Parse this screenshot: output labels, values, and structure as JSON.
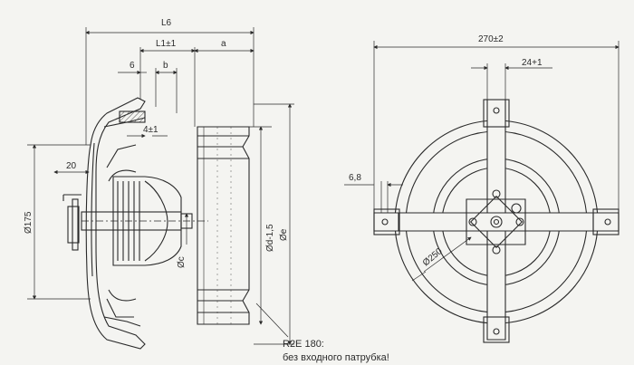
{
  "side_view": {
    "labels": {
      "L6": "L6",
      "L1": "L1±1",
      "a": "a",
      "six": "6",
      "b": "b",
      "four": "4±1",
      "twenty": "20",
      "d175": "Ø175",
      "dc": "Øc",
      "dd": "Ød-1,5",
      "de": "Øe"
    },
    "note_line1": "R2E 180:",
    "note_line2": "без входного патрубка!"
  },
  "front_view": {
    "labels": {
      "w270": "270±2",
      "w24": "24+1",
      "w68": "6,8",
      "d250": "Ø250"
    }
  },
  "colors": {
    "line": "#2a2a2a",
    "paper": "#f4f4f1",
    "hatch": "#6a6a6a"
  }
}
